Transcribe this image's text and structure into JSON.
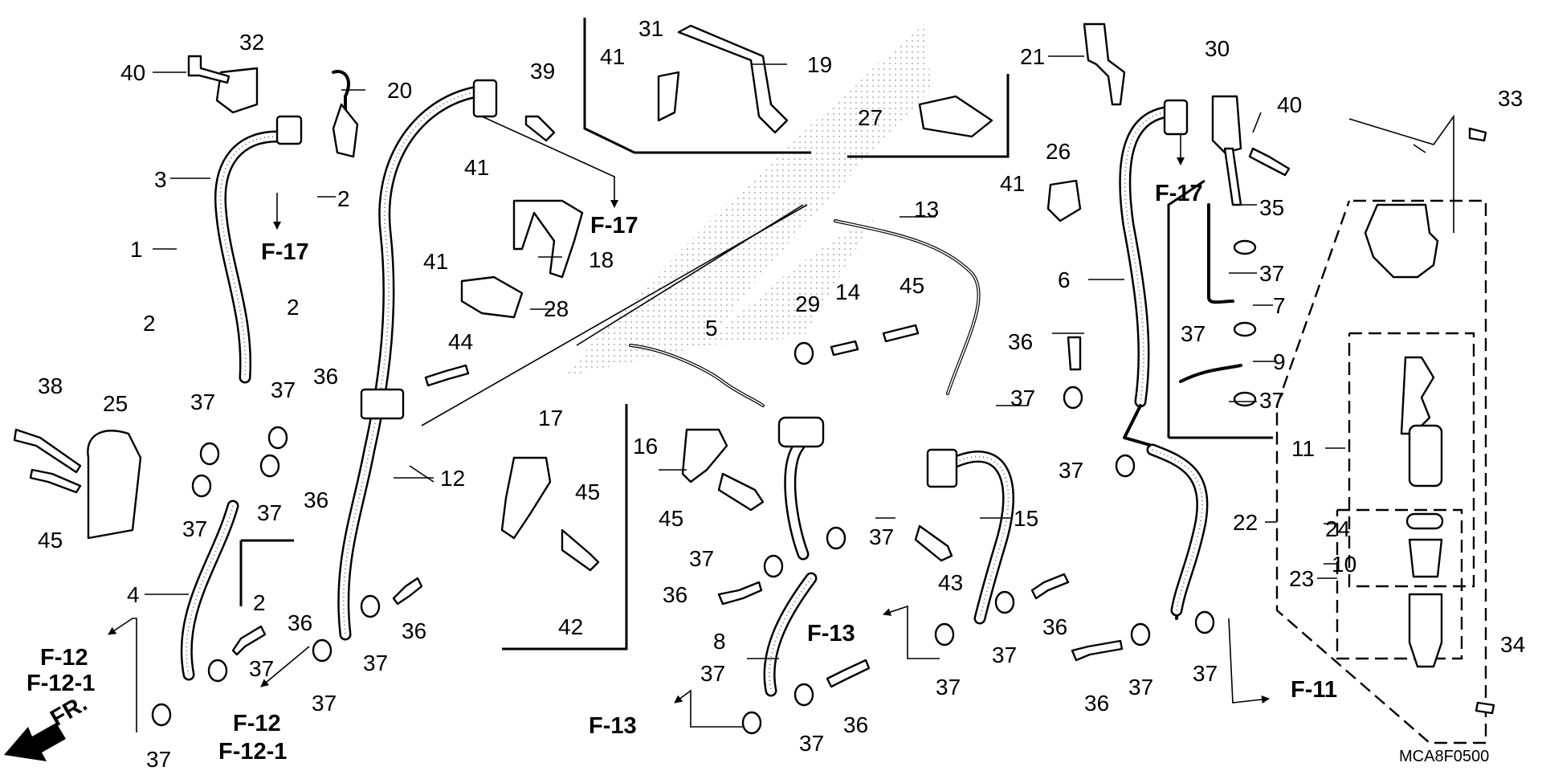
{
  "diagram": {
    "drawing_code": "MCA8F0500",
    "front_label": "FR.",
    "callouts": [
      "1",
      "2",
      "3",
      "4",
      "5",
      "6",
      "7",
      "8",
      "9",
      "10",
      "11",
      "12",
      "13",
      "14",
      "15",
      "16",
      "17",
      "18",
      "19",
      "20",
      "21",
      "22",
      "23",
      "24",
      "25",
      "26",
      "27",
      "28",
      "29",
      "30",
      "31",
      "32",
      "33",
      "34",
      "35",
      "36",
      "37",
      "38",
      "39",
      "40",
      "41",
      "42",
      "43",
      "44",
      "45"
    ],
    "references": {
      "f12": "F-12",
      "f12_1": "F-12-1",
      "f13": "F-13",
      "f17": "F-17",
      "f11": "F-11"
    }
  }
}
